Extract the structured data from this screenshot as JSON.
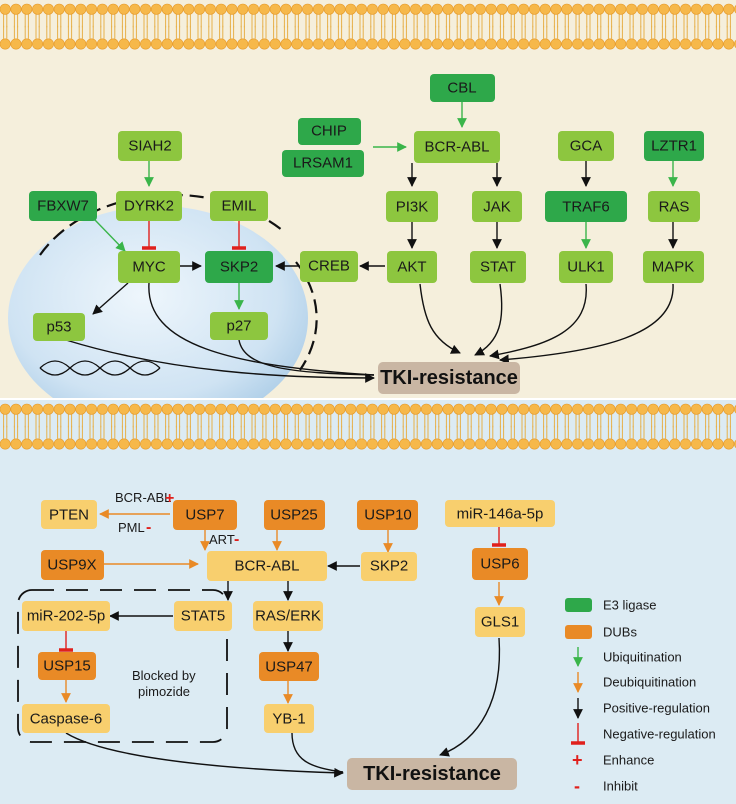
{
  "colors": {
    "e3_dark": "#2ea84a",
    "e3_light": "#8dc63f",
    "dub_dark": "#e98a26",
    "dub_light": "#f8cf6e",
    "tki_box": "#c9b6a3",
    "top_bg": "#f5efdc",
    "bottom_bg": "#dcebf3",
    "green_arrow": "#3ab54a",
    "orange_arrow": "#e98a26",
    "red": "#e0201c",
    "black": "#111111"
  },
  "top": {
    "nodes": {
      "cbl": "CBL",
      "chip": "CHIP",
      "lrsam1": "LRSAM1",
      "bcr_abl": "BCR-ABL",
      "siah2": "SIAH2",
      "gca": "GCA",
      "lztr1": "LZTR1",
      "fbxw7": "FBXW7",
      "dyrk2": "DYRK2",
      "emil": "EMIL",
      "pi3k": "PI3K",
      "jak": "JAK",
      "traf6": "TRAF6",
      "ras": "RAS",
      "myc": "MYC",
      "skp2": "SKP2",
      "creb": "CREB",
      "akt": "AKT",
      "stat": "STAT",
      "ulk1": "ULK1",
      "mapk": "MAPK",
      "p53": "p53",
      "p27": "p27"
    },
    "tki": "TKI-resistance"
  },
  "bottom": {
    "nodes": {
      "pten": "PTEN",
      "usp7": "USP7",
      "usp25": "USP25",
      "usp10": "USP10",
      "mir146": "miR-146a-5p",
      "usp9x": "USP9X",
      "bcr_abl": "BCR-ABL",
      "skp2": "SKP2",
      "usp6": "USP6",
      "mir202": "miR-202-5p",
      "stat5": "STAT5",
      "ras_erk": "RAS/ERK",
      "gls1": "GLS1",
      "usp15": "USP15",
      "usp47": "USP47",
      "caspase6": "Caspase-6",
      "yb1": "YB-1"
    },
    "labels": {
      "bcr_abl_small": "BCR-ABL",
      "pml": "PML",
      "art": "ART",
      "blocked": "Blocked by",
      "pimozide": "pimozide",
      "plus": "+",
      "minus": "-"
    },
    "tki": "TKI-resistance"
  },
  "legend": [
    {
      "symbol": "green-box",
      "label": "E3 ligase"
    },
    {
      "symbol": "orange-box",
      "label": "DUBs"
    },
    {
      "symbol": "green-arrow",
      "label": "Ubiquitination"
    },
    {
      "symbol": "orange-arrow",
      "label": "Deubiquitination"
    },
    {
      "symbol": "black-arrow",
      "label": "Positive-regulation"
    },
    {
      "symbol": "red-tbar",
      "label": "Negative-regulation"
    },
    {
      "symbol": "plus",
      "label": "Enhance",
      "sign": "+"
    },
    {
      "symbol": "minus",
      "label": "Inhibit",
      "sign": "-"
    }
  ]
}
